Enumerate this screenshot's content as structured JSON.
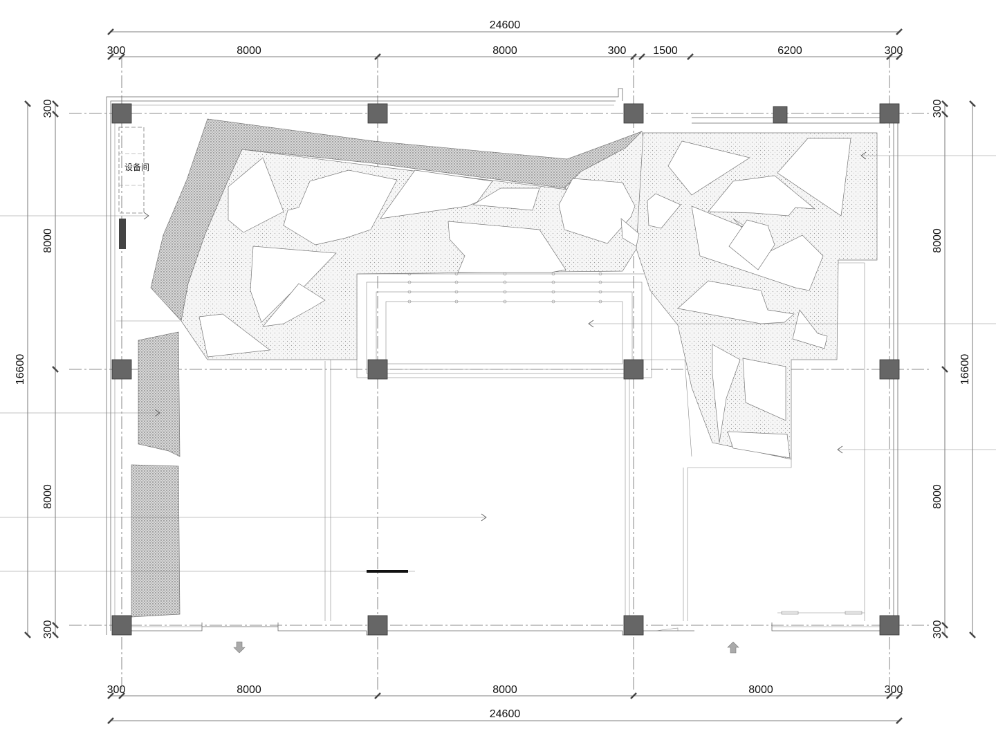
{
  "dimensions": {
    "top_total": "24600",
    "top_segments": [
      "300",
      "8000",
      "8000",
      "300",
      "1500",
      "6200",
      "300"
    ],
    "bottom_segments": [
      "300",
      "8000",
      "8000",
      "8000",
      "300"
    ],
    "bottom_total": "24600",
    "left_segments": [
      "300",
      "8000",
      "8000",
      "300"
    ],
    "left_total": "16600",
    "right_segments": [
      "300",
      "8000",
      "8000",
      "300"
    ],
    "right_total": "16600"
  },
  "rooms": {
    "equipment_room": "设备间"
  },
  "colors": {
    "column": "#666666",
    "line": "#555555",
    "background": "#ffffff"
  }
}
